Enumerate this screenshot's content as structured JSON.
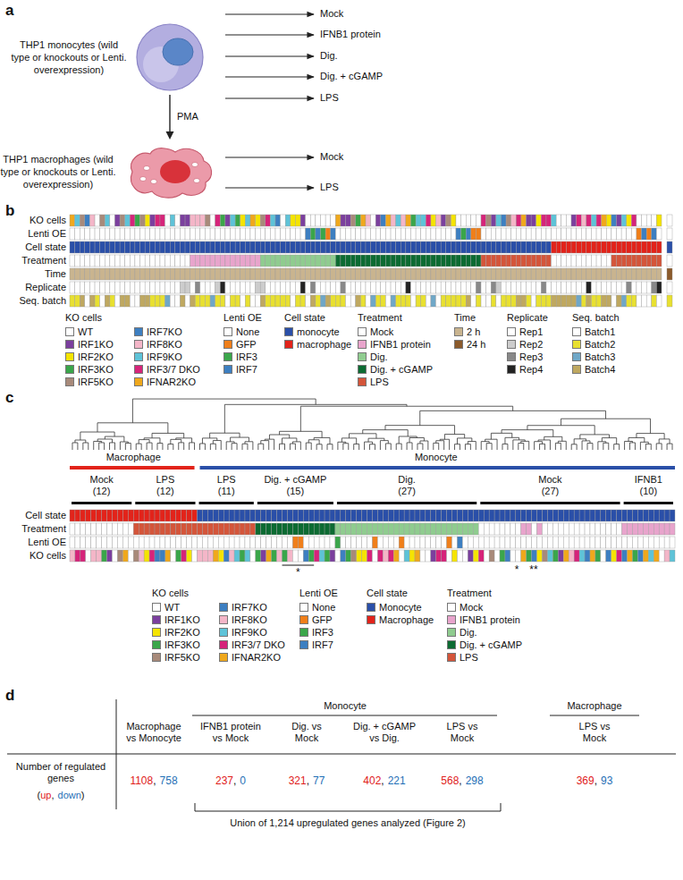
{
  "diagram": {
    "nodes": [
      {
        "text": [
          "THP1 monocytes (wild type or knockouts or Lenti. overexpression)"
        ]
      },
      {
        "text": [
          "THP1 macrophages (wild type or knockouts or Lenti. overexpression)"
        ]
      }
    ],
    "edges": [
      {
        "from": 0,
        "to": 1,
        "arrow": "to",
        "label": "PMA"
      }
    ],
    "labels": [
      "a",
      "Mock",
      "IFNB1 protein",
      "Dig.",
      "Dig. + cGAMP",
      "LPS",
      "Mock",
      "LPS",
      "b",
      "KO cells",
      "Lenti OE",
      "Cell state",
      "Treatment",
      "Time",
      "Replicate",
      "Seq. batch",
      "KO cells",
      "Lenti OE",
      "Cell state",
      "Treatment",
      "Time",
      "Replicate",
      "Seq. batch",
      "c",
      "Macrophage",
      "Monocyte",
      "Mock (12)",
      "LPS (12)",
      "LPS (11)",
      "Dig. + cGAMP (15)",
      "Dig. (27)",
      "Mock (27)",
      "IFNB1 (10)",
      "Cell state",
      "Treatment",
      "Lenti OE",
      "KO cells",
      "*",
      "*",
      "**",
      "KO cells",
      "Lenti OE",
      "Cell state",
      "Treatment",
      "d",
      "Monocyte",
      "Macrophage",
      "Macrophage vs Monocyte",
      "IFNB1 protein vs Mock",
      "Dig. vs Mock",
      "Dig. + cGAMP vs Dig.",
      "LPS vs Mock",
      "LPS vs Mock",
      "Number of regulated genes",
      "(",
      "up",
      ",",
      "down",
      ")",
      "1108",
      ",",
      "758",
      "237",
      ",",
      "0",
      "321",
      ",",
      "77",
      "402",
      ",",
      "221",
      "568",
      ",",
      "298",
      "369",
      ",",
      "93",
      "Union of 1,214 upregulated genes analyzed (Figure 2)"
    ],
    "legend": [
      {
        "text": "WT",
        "color": "#ffffff"
      },
      {
        "text": "IRF1KO",
        "color": "#7b3f9e"
      },
      {
        "text": "IRF2KO",
        "color": "#f5e400"
      },
      {
        "text": "IRF3KO",
        "color": "#3aa64a"
      },
      {
        "text": "IRF5KO",
        "color": "#a88a7a"
      },
      {
        "text": "IRF7KO",
        "color": "#3d7fc1"
      },
      {
        "text": "IRF8KO",
        "color": "#f4b6c8"
      },
      {
        "text": "IRF9KO",
        "color": "#5ec3d8"
      },
      {
        "text": "IRF3/7 DKO",
        "color": "#d6247a"
      },
      {
        "text": "IFNAR2KO",
        "color": "#f0a81c"
      },
      {
        "text": "None",
        "color": "#ffffff"
      },
      {
        "text": "GFP",
        "color": "#f07f1a"
      },
      {
        "text": "IRF3",
        "color": "#3aa64a"
      },
      {
        "text": "IRF7",
        "color": "#3d7fc1"
      },
      {
        "text": "monocyte",
        "color": "#2a4fa8"
      },
      {
        "text": "macrophage",
        "color": "#e2231a"
      },
      {
        "text": "Mock",
        "color": "#ffffff"
      },
      {
        "text": "IFNB1 protein",
        "color": "#e8a4cc"
      },
      {
        "text": "Dig.",
        "color": "#8fcc8f"
      },
      {
        "text": "Dig. + cGAMP",
        "color": "#0c6b32"
      },
      {
        "text": "LPS",
        "color": "#d4553a"
      },
      {
        "text": "2 h",
        "color": "#c9b48f"
      },
      {
        "text": "24 h",
        "color": "#8b5a2b"
      },
      {
        "text": "Rep1",
        "color": "#ffffff"
      },
      {
        "text": "Rep2",
        "color": "#cccccc"
      },
      {
        "text": "Rep3",
        "color": "#888888"
      },
      {
        "text": "Rep4",
        "color": "#222222"
      },
      {
        "text": "Batch1",
        "color": "#ffffff"
      },
      {
        "text": "Batch2",
        "color": "#e8e030"
      },
      {
        "text": "Batch3",
        "color": "#6fa7c7"
      },
      {
        "text": "Batch4",
        "color": "#bfa860"
      },
      {
        "text": "WT",
        "color": "#ffffff"
      },
      {
        "text": "IRF1KO",
        "color": "#7b3f9e"
      },
      {
        "text": "IRF2KO",
        "color": "#f5e400"
      },
      {
        "text": "IRF3KO",
        "color": "#3aa64a"
      },
      {
        "text": "IRF5KO",
        "color": "#a88a7a"
      },
      {
        "text": "IRF7KO",
        "color": "#3d7fc1"
      },
      {
        "text": "IRF8KO",
        "color": "#f4b6c8"
      },
      {
        "text": "IRF9KO",
        "color": "#5ec3d8"
      },
      {
        "text": "IRF3/7 DKO",
        "color": "#d6247a"
      },
      {
        "text": "IFNAR2KO",
        "color": "#f0a81c"
      },
      {
        "text": "None",
        "color": "#ffffff"
      },
      {
        "text": "GFP",
        "color": "#f07f1a"
      },
      {
        "text": "IRF3",
        "color": "#3aa64a"
      },
      {
        "text": "IRF7",
        "color": "#3d7fc1"
      },
      {
        "text": "Monocyte",
        "color": "#2a4fa8"
      },
      {
        "text": "Macrophage",
        "color": "#e2231a"
      },
      {
        "text": "Mock",
        "color": "#ffffff"
      },
      {
        "text": "IFNB1 protein",
        "color": "#e8a4cc"
      },
      {
        "text": "Dig.",
        "color": "#8fcc8f"
      },
      {
        "text": "Dig. + cGAMP",
        "color": "#0c6b32"
      },
      {
        "text": "LPS",
        "color": "#d4553a"
      }
    ]
  }
}
